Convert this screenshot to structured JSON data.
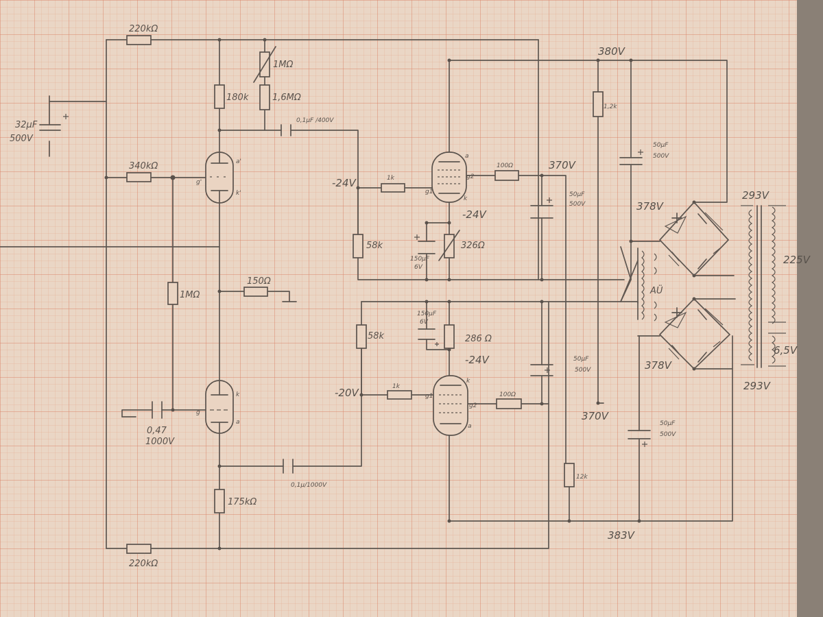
{
  "resistors": {
    "top_feed": "220kΩ",
    "bottom_feed": "220kΩ",
    "grid_in": "340kΩ",
    "grid_leak": "1MΩ",
    "anode_top": "180k",
    "pot": "1MΩ",
    "series_top": "1,6MΩ",
    "mid": "150Ω",
    "anode_bottom": "175kΩ",
    "upper_grid_leak": "58k",
    "lower_grid_leak": "58k",
    "upper_grid_stop": "1k",
    "lower_grid_stop": "1k",
    "upper_screen": "100Ω",
    "lower_screen": "100Ω",
    "upper_cathode": "326Ω",
    "lower_cathode": "286 Ω",
    "bleeder_top": "1,2k",
    "bleeder_bottom": "12k"
  },
  "capacitors": {
    "reservoir": "32μF",
    "reservoir_v": "500V",
    "coupling_top": "0,1μF /400V",
    "coupling_bottom": "0,1μ/1000V",
    "input": "0,47",
    "input_v": "1000V",
    "upper_cathode_bypass": "150μF",
    "upper_cathode_bypass_v": "6V",
    "lower_cathode_bypass": "150μF",
    "lower_cathode_bypass_v": "6V",
    "filter_a": "50μF",
    "filter_a_v": "500V",
    "filter_b": "50μF",
    "filter_b_v": "500V",
    "filter_c": "50μF",
    "filter_c_v": "500V",
    "filter_d": "50μF",
    "filter_d_v": "500V"
  },
  "voltages": {
    "top_rail": "380V",
    "upper_screen": "370V",
    "lower_screen": "370V",
    "bottom_rail": "383V",
    "upper_grid": "-24V",
    "upper_cathode": "-24V",
    "lower_grid": "-20V",
    "lower_cathode": "-24V",
    "upper_bridge": "378V",
    "lower_bridge": "378V",
    "sec_top": "293V",
    "sec_bottom": "293V",
    "primary": "225V",
    "heater": "6,5V"
  },
  "tube_pins": {
    "a_top": "a'",
    "g_top": "g'",
    "k_top": "k'",
    "k_bottom": "k",
    "g_bottom": "g",
    "a_bottom": "a",
    "p1_a": "a",
    "p1_g2": "g2",
    "p1_g1": "g1",
    "p1_k": "k",
    "p2_a": "a",
    "p2_g2": "g2",
    "p2_g1": "g1",
    "p2_k": "k"
  },
  "transformer": {
    "label": "AÜ"
  }
}
